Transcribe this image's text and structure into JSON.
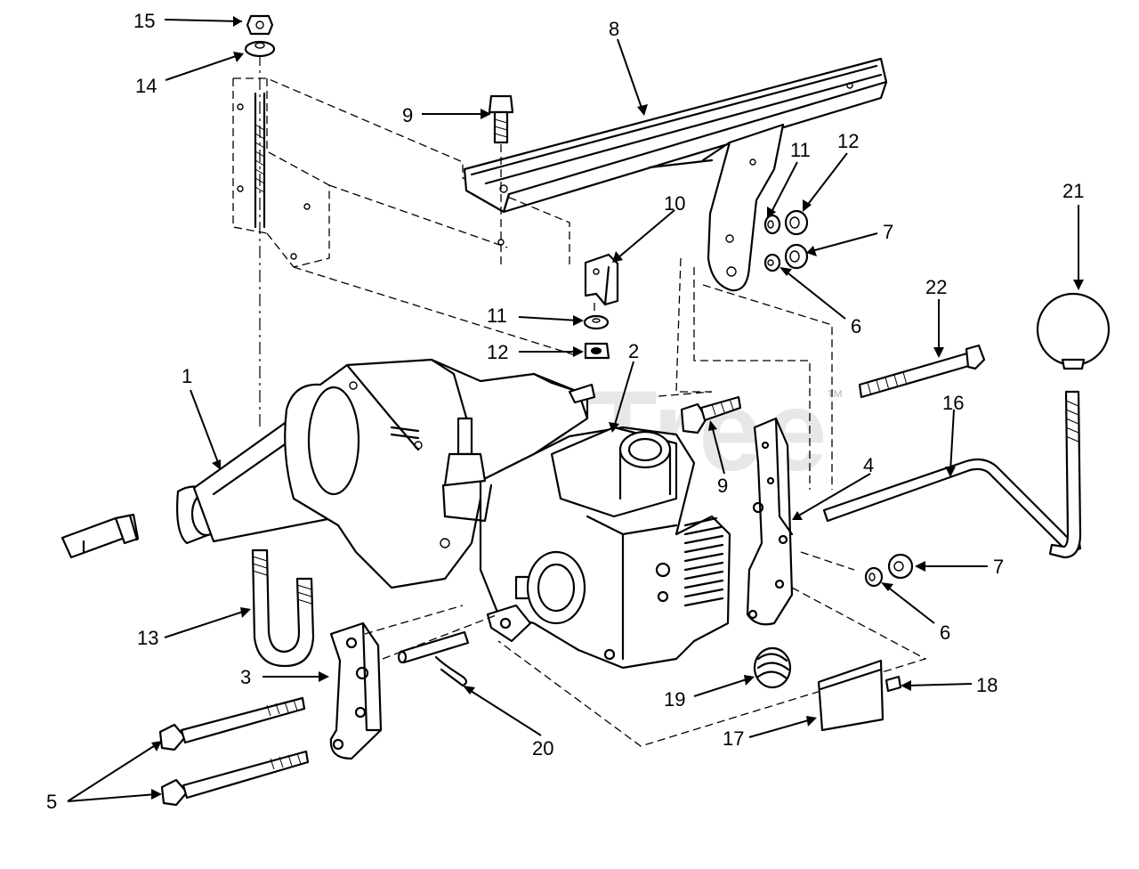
{
  "watermark": "PartsTree",
  "trademark": "™",
  "callouts": [
    {
      "id": "c1",
      "text": "1"
    },
    {
      "id": "c2",
      "text": "2"
    },
    {
      "id": "c3",
      "text": "3"
    },
    {
      "id": "c4",
      "text": "4"
    },
    {
      "id": "c5",
      "text": "5"
    },
    {
      "id": "c6a",
      "text": "6"
    },
    {
      "id": "c6b",
      "text": "6"
    },
    {
      "id": "c7a",
      "text": "7"
    },
    {
      "id": "c7b",
      "text": "7"
    },
    {
      "id": "c8",
      "text": "8"
    },
    {
      "id": "c9a",
      "text": "9"
    },
    {
      "id": "c9b",
      "text": "9"
    },
    {
      "id": "c10",
      "text": "10"
    },
    {
      "id": "c11a",
      "text": "11"
    },
    {
      "id": "c11b",
      "text": "11"
    },
    {
      "id": "c12a",
      "text": "12"
    },
    {
      "id": "c12b",
      "text": "12"
    },
    {
      "id": "c13",
      "text": "13"
    },
    {
      "id": "c14",
      "text": "14"
    },
    {
      "id": "c15",
      "text": "15"
    },
    {
      "id": "c16",
      "text": "16"
    },
    {
      "id": "c17",
      "text": "17"
    },
    {
      "id": "c18",
      "text": "18"
    },
    {
      "id": "c19",
      "text": "19"
    },
    {
      "id": "c20",
      "text": "20"
    },
    {
      "id": "c21",
      "text": "21"
    },
    {
      "id": "c22",
      "text": "22"
    }
  ]
}
